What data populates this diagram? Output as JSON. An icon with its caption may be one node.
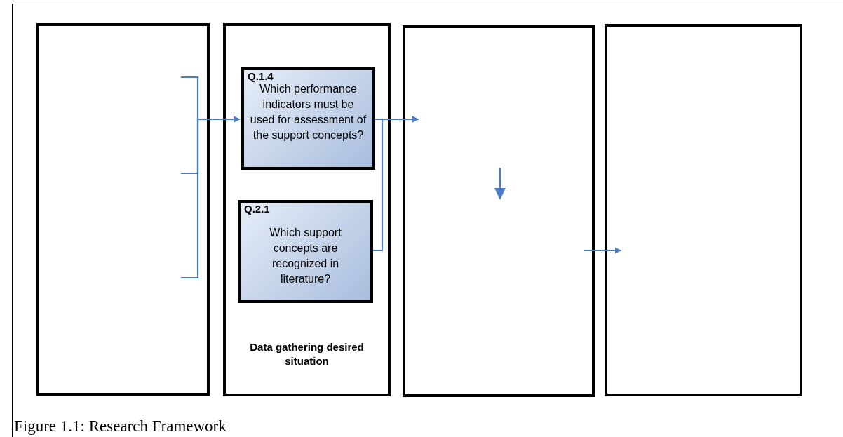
{
  "diagram": {
    "caption": "Figure 1.1: Research Framework",
    "nodes": [
      {
        "text": [],
        "shape": "box"
      },
      {
        "text": [
          "Data gathering desired situation"
        ]
      },
      {
        "text": [
          "Q.1.4",
          "Which performance indicators must be used for assessment of the support concepts?"
        ],
        "in": 1
      },
      {
        "text": [
          "Q.2.1",
          "Which support concepts are recognized in literature?"
        ],
        "in": 1
      },
      {
        "text": [],
        "shape": "box"
      },
      {
        "text": [],
        "shape": "box"
      }
    ],
    "edges": [
      {
        "from": 0,
        "to": 2,
        "arrow": "to"
      },
      {
        "from": 0,
        "to": 2,
        "arrow": "to"
      },
      {
        "from": 0,
        "to": 2,
        "arrow": "to"
      },
      {
        "from": 2,
        "to": 4,
        "arrow": "to"
      },
      {
        "from": 3,
        "to": 4,
        "arrow": "to"
      },
      {
        "from": 4,
        "to": 5,
        "arrow": "to"
      }
    ]
  }
}
